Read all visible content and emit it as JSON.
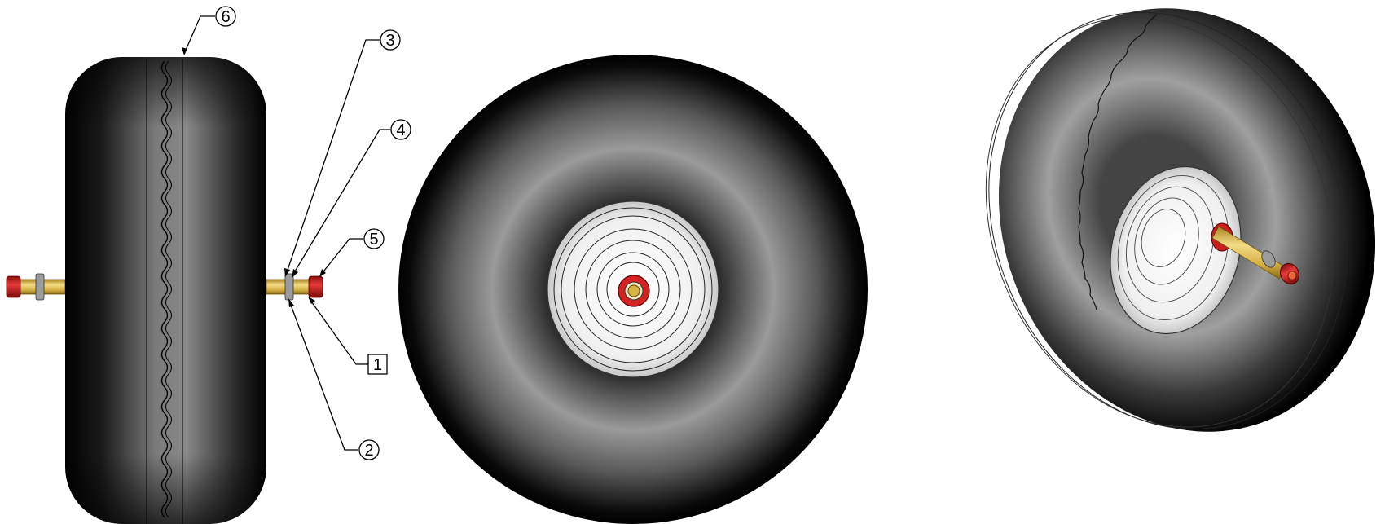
{
  "callouts": [
    {
      "id": "6",
      "shape": "circle"
    },
    {
      "id": "3",
      "shape": "circle"
    },
    {
      "id": "4",
      "shape": "circle"
    },
    {
      "id": "5",
      "shape": "circle"
    },
    {
      "id": "1",
      "shape": "square"
    },
    {
      "id": "2",
      "shape": "circle"
    }
  ],
  "colors": {
    "tire_dark": "#050505",
    "tire_light": "#9a9a9a",
    "hub_white": "#f2f2f2",
    "axle_brass": "#d9b84a",
    "nut_red": "#d42222",
    "line": "#000000"
  },
  "views": [
    "side-view",
    "front-view",
    "isometric-view"
  ]
}
